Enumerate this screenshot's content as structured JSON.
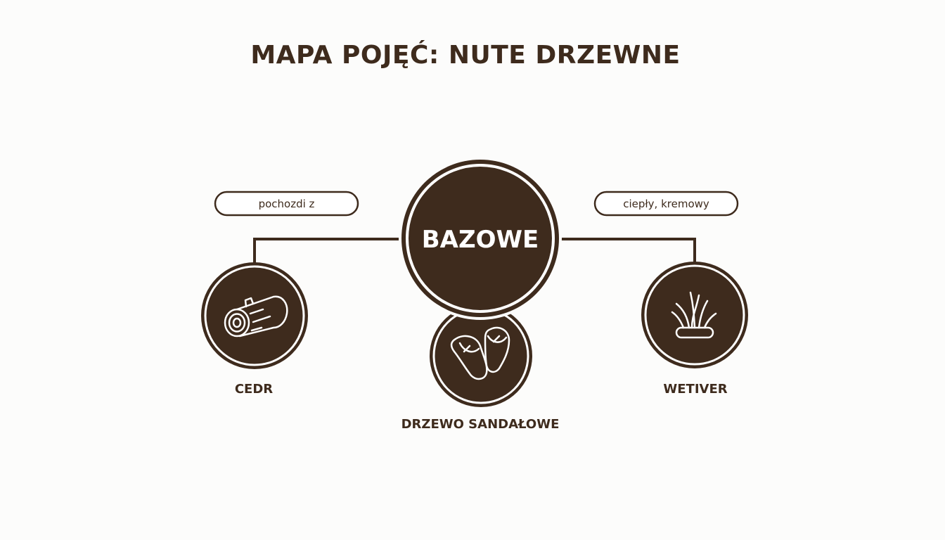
{
  "title": "MAPA POJĘĆ: NUTE DRZEWNE",
  "center": {
    "label": "BAZOWE"
  },
  "edge_labels": {
    "left": "pochozdi z",
    "right": "ciepły, kremowy"
  },
  "nodes": {
    "cedar": {
      "label": "CEDR",
      "icon": "log-icon"
    },
    "sandalwood": {
      "label": "DRZEWO SANDAŁOWE",
      "icon": "sandals-icon"
    },
    "vetiver": {
      "label": "WETIVER",
      "icon": "grass-icon"
    }
  },
  "colors": {
    "primary": "#3e2b1d",
    "background": "#fcfcfb",
    "icon_line": "#ffffff"
  }
}
